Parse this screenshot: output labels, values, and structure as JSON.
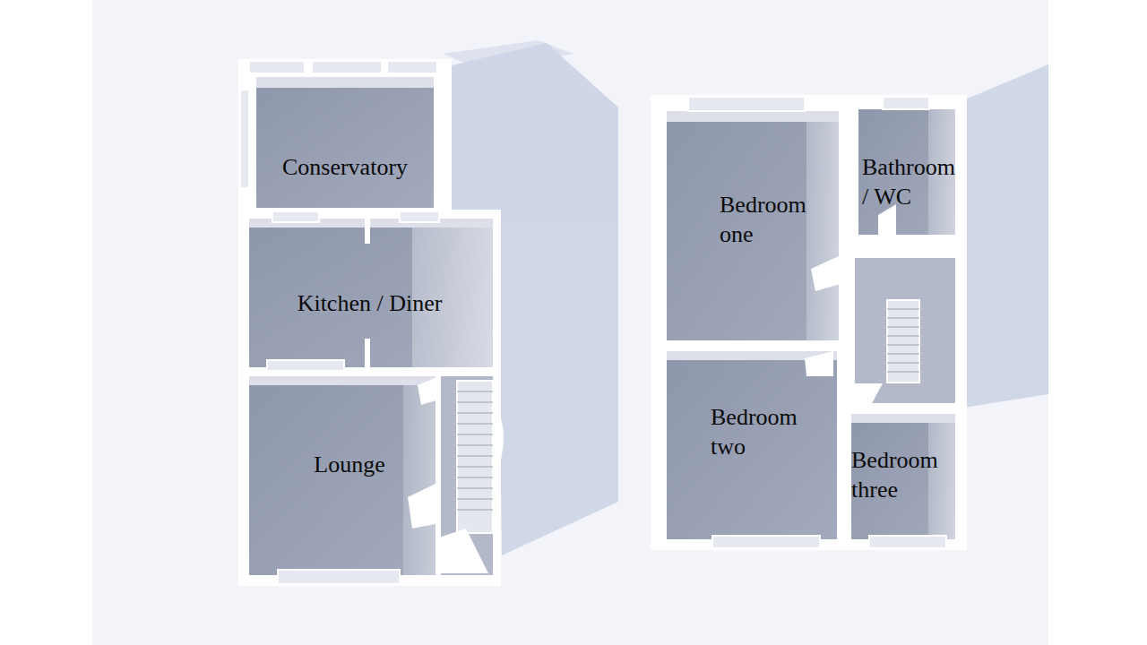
{
  "diagram": {
    "nodes": [
      {
        "text": [
          "Conservatory"
        ]
      },
      {
        "text": [
          "Kitchen / Diner"
        ]
      },
      {
        "text": [
          "Lounge"
        ]
      },
      {
        "text": [
          "Bedroom one"
        ]
      },
      {
        "text": [
          "Bathroom / WC"
        ]
      },
      {
        "text": [
          "Bedroom two"
        ]
      },
      {
        "text": [
          "Bedroom three"
        ]
      }
    ]
  }
}
